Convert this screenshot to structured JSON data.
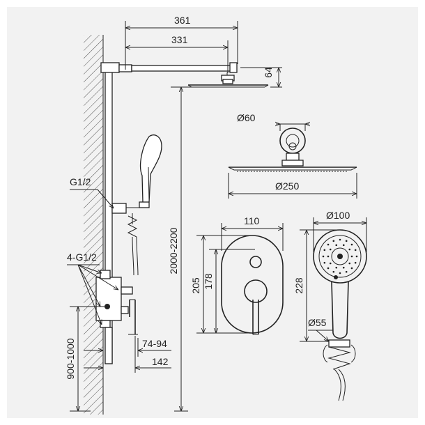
{
  "dimensions": {
    "arm_total": "361",
    "arm_inner": "331",
    "head_drop": "64",
    "head_mount_diameter": "Ø60",
    "head_diameter": "Ø250",
    "handle_width": "110",
    "plate_height": "205",
    "plate_inner_height": "178",
    "hand_shower_diameter": "Ø100",
    "hand_shower_length": "228",
    "hand_shower_grip": "Ø55",
    "total_height": "2000-2200",
    "valve_height": "900-1000",
    "valve_depth": "74-94",
    "valve_width": "142",
    "thread_top": "G1/2",
    "thread_valve": "4-G1/2"
  }
}
